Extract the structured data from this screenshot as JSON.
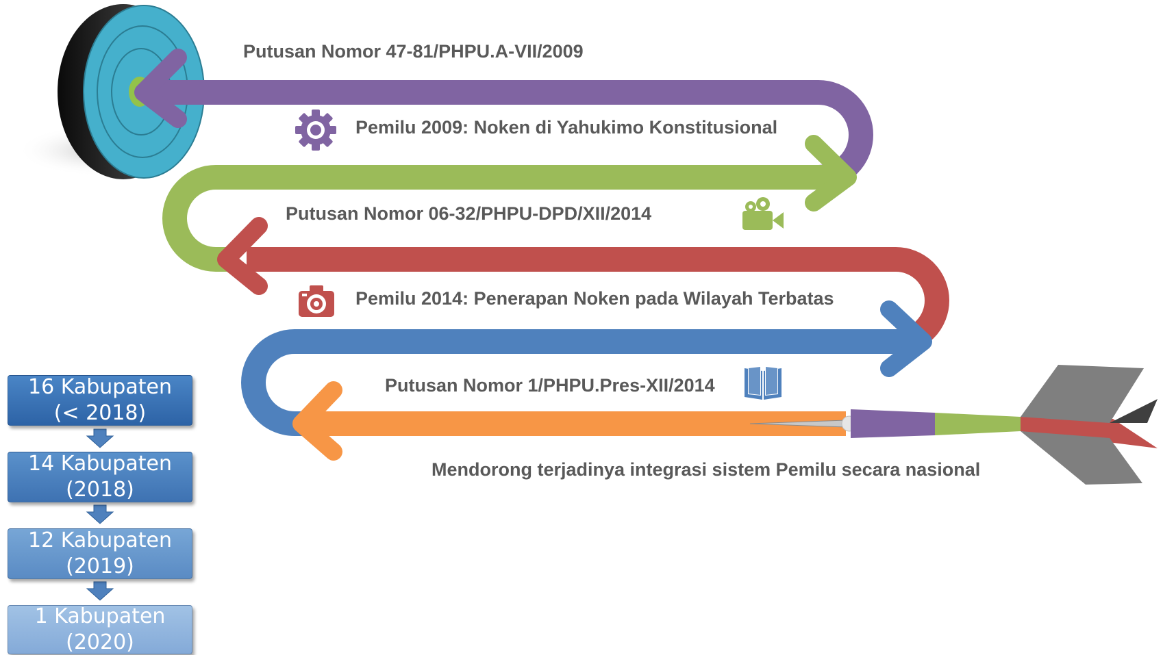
{
  "timeline": {
    "items": [
      {
        "label": "Putusan Nomor 47-81/PHPU.A-VII/2009",
        "color": "#8064A2"
      },
      {
        "label": "Pemilu 2009: Noken di Yahukimo Konstitusional",
        "color": "#9BBB59",
        "icon": "gear-icon"
      },
      {
        "label": "Putusan Nomor 06-32/PHPU-DPD/XII/2014",
        "color": "#C0504D",
        "icon": "video-camera-icon"
      },
      {
        "label": "Pemilu 2014: Penerapan Noken pada Wilayah Terbatas",
        "color": "#4F81BD",
        "icon": "camera-icon"
      },
      {
        "label": "Putusan Nomor 1/PHPU.Pres-XII/2014",
        "color": "#F79646",
        "icon": "book-icon"
      }
    ],
    "goal": "Mendorong terjadinya integrasi sistem Pemilu secara nasional"
  },
  "kabupaten": [
    {
      "line1": "16 Kabupaten",
      "line2": "(< 2018)"
    },
    {
      "line1": "14 Kabupaten",
      "line2": "(2018)"
    },
    {
      "line1": "12 Kabupaten",
      "line2": "(2019)"
    },
    {
      "line1": "1 Kabupaten",
      "line2": "(2020)"
    }
  ]
}
